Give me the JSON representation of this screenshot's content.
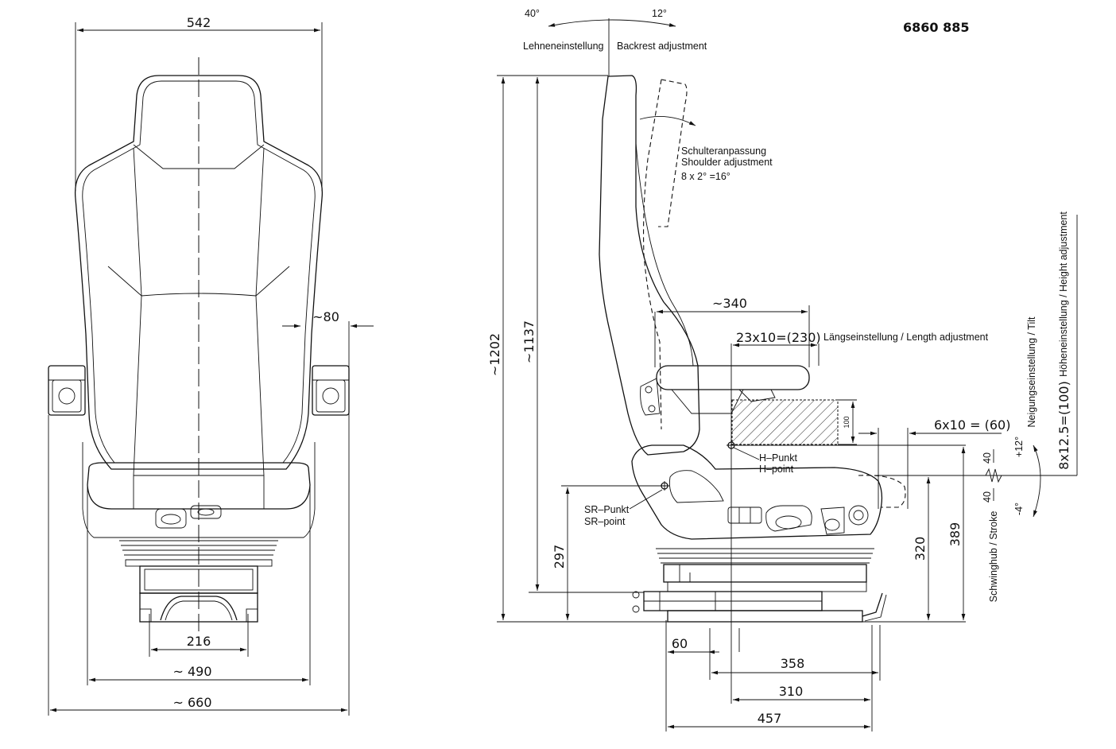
{
  "drawing_number": "6860 885",
  "front_view": {
    "width_top": "542",
    "armrest_width": "~80",
    "base_width": "216",
    "seat_width": "~ 490",
    "overall_width": "~ 660"
  },
  "side_view": {
    "backrest_angle_back": "40°",
    "backrest_angle_forward": "12°",
    "backrest_label_de": "Lehneneinstellung",
    "backrest_label_en": "Backrest adjustment",
    "shoulder_de": "Schulteranpassung",
    "shoulder_en": "Shoulder adjustment",
    "shoulder_steps": "8 x 2° =16°",
    "armrest_depth": "~340",
    "length_steps": "23x10=(230)",
    "length_label": "Längseinstellung / Length adjustment",
    "cushion_small": "100",
    "tilt_steps": "6x10 = (60)",
    "h_point_de": "H–Punkt",
    "h_point_en": "H–point",
    "sr_point_de": "SR–Punkt",
    "sr_point_en": "SR–point",
    "height_overall": "~1202",
    "height_back": "~1137",
    "height_sr": "297",
    "height_320": "320",
    "height_389": "389",
    "stroke_plus": "40",
    "stroke_minus": "40",
    "stroke_label": "Schwinghub / Stroke",
    "tilt_plus": "+12°",
    "tilt_minus": "-4°",
    "tilt_label": "Neigungseinstellung / Tilt",
    "height_steps": "8x12.5=(100)",
    "height_label": "Höheneinstellung / Height adjustment",
    "dim_60": "60",
    "dim_358": "358",
    "dim_310": "310",
    "dim_457": "457"
  }
}
